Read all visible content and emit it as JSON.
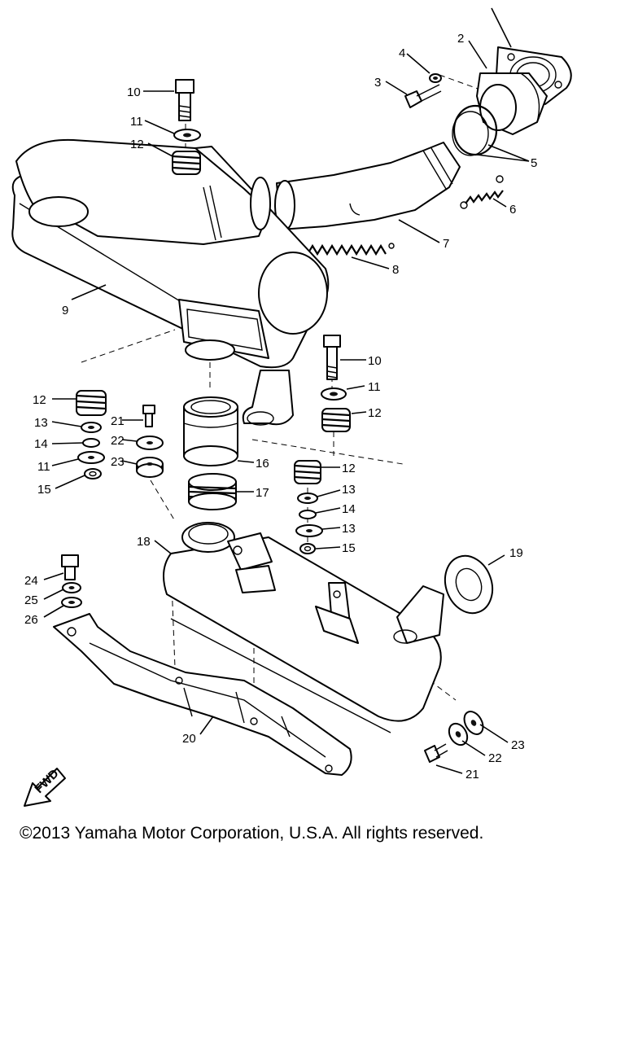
{
  "labels": {
    "l2": "2",
    "l3": "3",
    "l4": "4",
    "l5": "5",
    "l6": "6",
    "l7": "7",
    "l8": "8",
    "l9": "9",
    "l10a": "10",
    "l11a": "11",
    "l12a": "12",
    "l10b": "10",
    "l11b": "11",
    "l12b": "12",
    "l12c": "12",
    "l13a": "13",
    "l14a": "14",
    "l11c": "11",
    "l15a": "15",
    "l21a": "21",
    "l22a": "22",
    "l23a": "23",
    "l16": "16",
    "l17": "17",
    "l12d": "12",
    "l13b": "13",
    "l14b": "14",
    "l13c": "13",
    "l15b": "15",
    "l18": "18",
    "l19": "19",
    "l24": "24",
    "l25": "25",
    "l26": "26",
    "l20": "20",
    "l21b": "21",
    "l22b": "22",
    "l23b": "23"
  },
  "fwd_mark": "FWD",
  "copyright": "©2013 Yamaha Motor Corporation, U.S.A. All rights reserved."
}
